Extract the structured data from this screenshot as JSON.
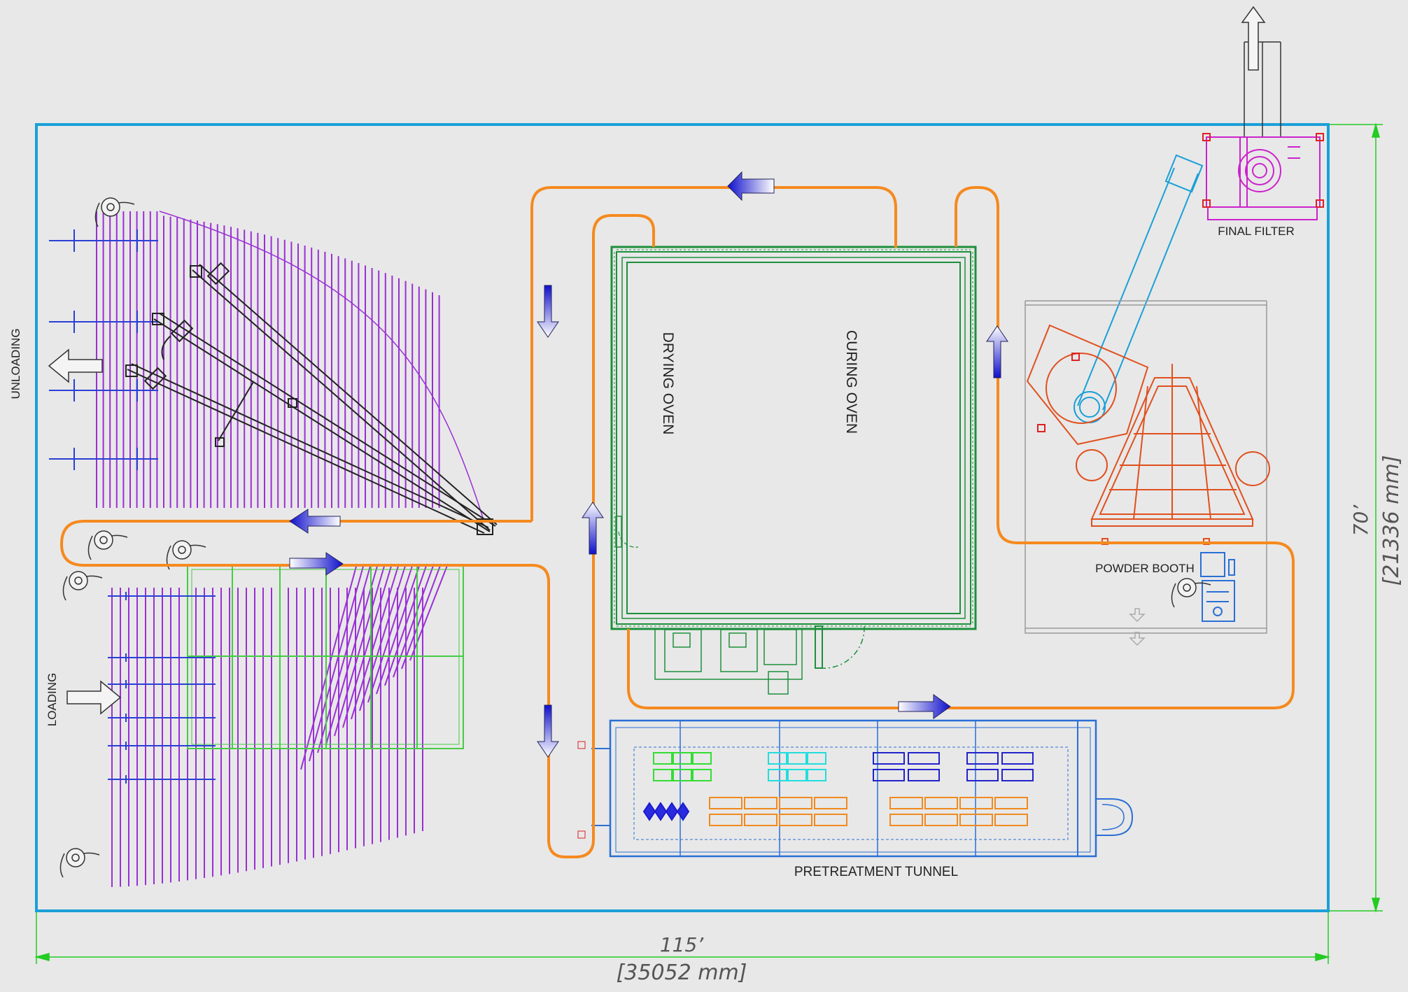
{
  "labels": {
    "final_filter": "FINAL FILTER",
    "powder_booth": "POWDER BOOTH",
    "drying_oven": "DRYING OVEN",
    "curing_oven": "CURING OVEN",
    "pretreatment_tunnel": "PRETREATMENT TUNNEL",
    "unloading": "UNLOADING",
    "loading": "LOADING"
  },
  "dimensions": {
    "width_ft": "115’",
    "width_mm": "[35052  mm]",
    "height_ft": "70’",
    "height_mm": "[21336  mm]"
  },
  "colors": {
    "background": "#e8e8e8",
    "floor_border": "#1aa0d8",
    "conveyor": "#f58a1f",
    "dimension_line": "#22cc22",
    "oven": "#1e8f3c",
    "booth": "#e0501e",
    "filter": "#cc22cc",
    "duct": "#1aa0d8",
    "racks": "#9a2fd6",
    "tunnel": "#2a6fd6",
    "arrow": "#2222dd"
  }
}
